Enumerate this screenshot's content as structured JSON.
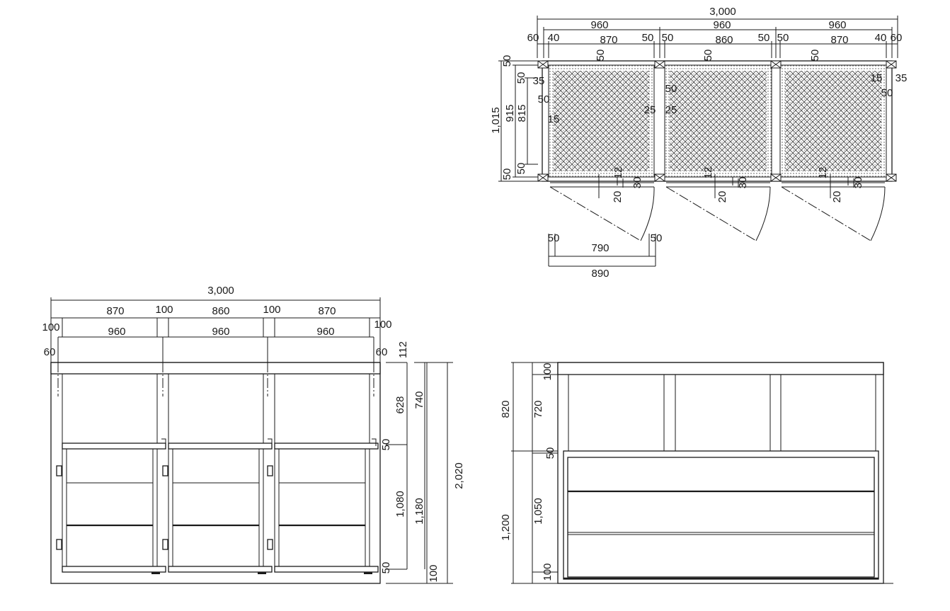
{
  "plan_view": {
    "dims": [
      "3,000",
      "960",
      "960",
      "960",
      "60",
      "40",
      "870",
      "50",
      "50",
      "860",
      "50",
      "50",
      "870",
      "40",
      "60",
      "50",
      "50",
      "50",
      "35",
      "50",
      "15",
      "50",
      "25",
      "25",
      "15",
      "35",
      "50",
      "1,015",
      "915",
      "815",
      "50",
      "50",
      "50",
      "50",
      "12",
      "30",
      "20",
      "12",
      "30",
      "20",
      "12",
      "30",
      "20",
      "50",
      "790",
      "50",
      "890"
    ]
  },
  "front_elevation": {
    "dims": [
      "3,000",
      "870",
      "100",
      "860",
      "100",
      "870",
      "100",
      "960",
      "960",
      "960",
      "100",
      "60",
      "60",
      "112",
      "628",
      "740",
      "50",
      "1,080",
      "1,180",
      "2,020",
      "50",
      "100"
    ]
  },
  "side_elevation": {
    "dims": [
      "820",
      "720",
      "100",
      "50",
      "1,200",
      "1,050",
      "100"
    ]
  }
}
